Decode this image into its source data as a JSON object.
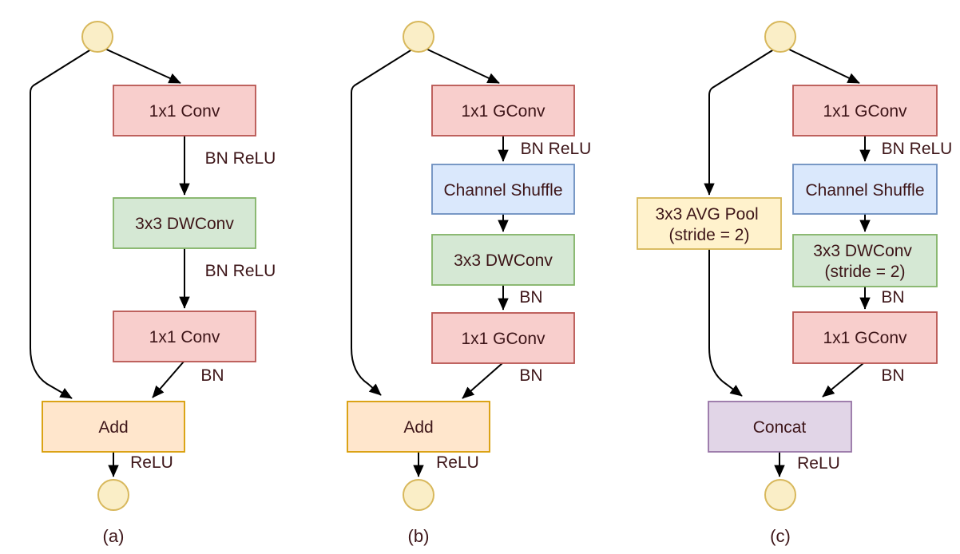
{
  "colors": {
    "text": "#3d1518",
    "line": "#000000",
    "red_fill": "#f8cecc",
    "red_stroke": "#b85450",
    "green_fill": "#d5e8d4",
    "green_stroke": "#82b366",
    "blue_fill": "#dae8fc",
    "blue_stroke": "#6c8ebf",
    "orange_fill": "#ffe6cc",
    "orange_stroke": "#d79b00",
    "yellow_fill": "#fff2cc",
    "yellow_stroke": "#d6b656",
    "purple_fill": "#e1d5e7",
    "purple_stroke": "#9673a6",
    "circle_fill": "#faeec7",
    "circle_stroke": "#d8b85c"
  },
  "panel_a": {
    "caption": "(a)",
    "box_conv1": "1x1 Conv",
    "box_dwconv": "3x3 DWConv",
    "box_conv2": "1x1 Conv",
    "box_add": "Add",
    "label_bn_relu_1": "BN ReLU",
    "label_bn_relu_2": "BN ReLU",
    "label_bn": "BN",
    "label_relu": "ReLU"
  },
  "panel_b": {
    "caption": "(b)",
    "box_gconv1": "1x1 GConv",
    "box_shuffle": "Channel Shuffle",
    "box_dwconv": "3x3 DWConv",
    "box_gconv2": "1x1 GConv",
    "box_add": "Add",
    "label_bn_relu": "BN ReLU",
    "label_bn_1": "BN",
    "label_bn_2": "BN",
    "label_relu": "ReLU"
  },
  "panel_c": {
    "caption": "(c)",
    "box_avgpool_line1": "3x3 AVG Pool",
    "box_avgpool_line2": "(stride = 2)",
    "box_gconv1": "1x1 GConv",
    "box_shuffle": "Channel Shuffle",
    "box_dwconv_line1": "3x3 DWConv",
    "box_dwconv_line2": "(stride = 2)",
    "box_gconv2": "1x1 GConv",
    "box_concat": "Concat",
    "label_bn_relu": "BN ReLU",
    "label_bn_1": "BN",
    "label_bn_2": "BN",
    "label_relu": "ReLU"
  }
}
